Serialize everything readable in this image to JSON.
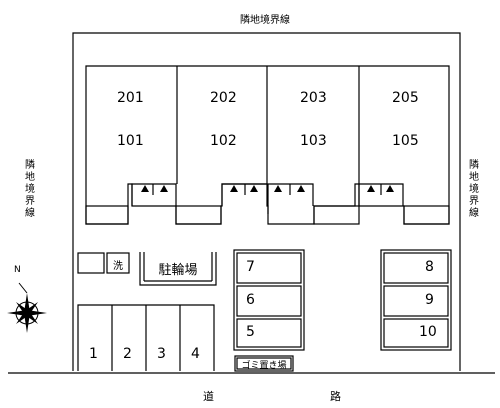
{
  "labels": {
    "top_boundary": "隣地境界線",
    "left_boundary": "隣地境界線",
    "right_boundary": "隣地境界線",
    "road_left": "道",
    "road_right": "路",
    "bicycle_parking": "駐輪場",
    "garbage_area": "ゴミ置き場",
    "wash_label": "洗",
    "north": "N"
  },
  "units": [
    {
      "upper": "201",
      "lower": "101"
    },
    {
      "upper": "202",
      "lower": "102"
    },
    {
      "upper": "203",
      "lower": "103"
    },
    {
      "upper": "205",
      "lower": "105"
    }
  ],
  "parking_bottom": [
    "1",
    "2",
    "3",
    "4"
  ],
  "parking_center": [
    "7",
    "6",
    "5"
  ],
  "parking_right": [
    "8",
    "9",
    "10"
  ]
}
